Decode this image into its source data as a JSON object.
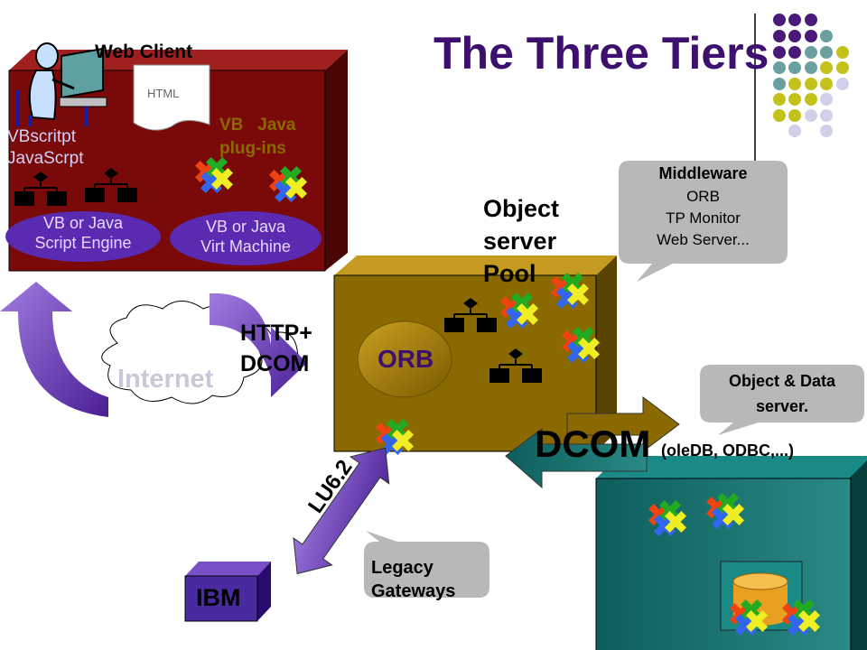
{
  "title": "The Three Tiers",
  "client": {
    "label": "Web Client",
    "html_doc": "HTML",
    "scripts": "VBscritpt\nJavaScrpt",
    "vb_java_plugins": "VB   Java\nplug-ins",
    "script_engine": "VB or Java\nScript Engine",
    "virt_machine": "VB or Java\nVirt Machine"
  },
  "network": {
    "internet": "Internet",
    "http_dcom": "HTTP+\nDCOM"
  },
  "middle": {
    "pool_label": "Object\nserver\nPool",
    "orb": "ORB"
  },
  "callouts": {
    "middleware_title": "Middleware",
    "middleware_items": "ORB\nTP Monitor\nWeb Server...",
    "data_server": "Object & Data\nserver.",
    "legacy": "Legacy\nGateways"
  },
  "links": {
    "dcom": "DCOM",
    "dcom_detail": "(oleDB, ODBC,...)",
    "lu62": "LU6.2"
  },
  "legacy_host": "IBM",
  "colors": {
    "title": "#3d0f6e",
    "client_box": "#7a0a0a",
    "middle_box": "#8a6a00",
    "data_box": "#0e6a68",
    "arrow_purple": "#6a3fb0",
    "dots_purple": "#4a1a7a",
    "dots_teal": "#6aa0a0",
    "dots_olive": "#c2c21a",
    "dots_lavender": "#d0d0ea"
  }
}
